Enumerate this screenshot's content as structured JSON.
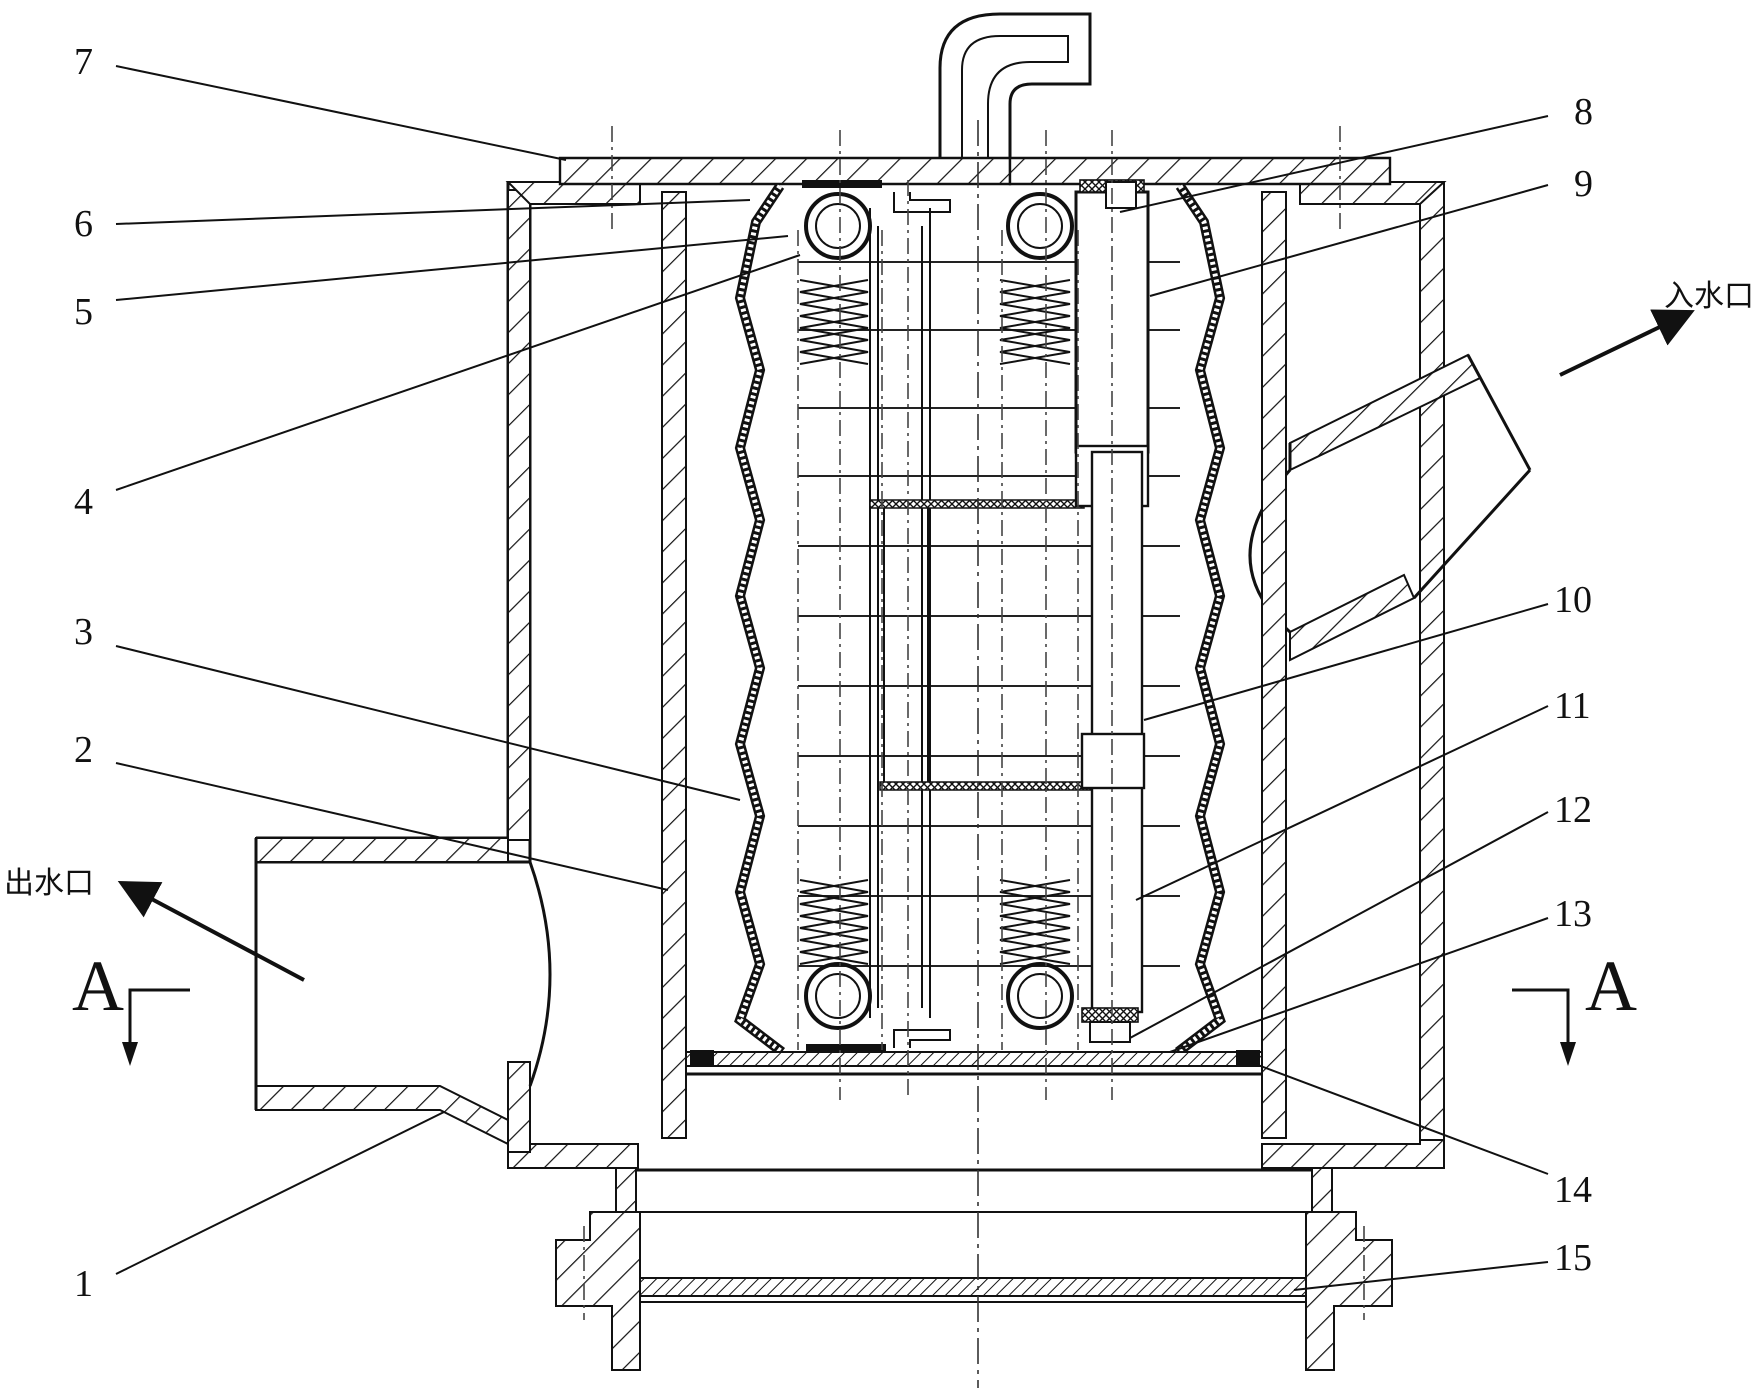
{
  "figure": {
    "part_numbers": [
      "1",
      "2",
      "3",
      "4",
      "5",
      "6",
      "7",
      "8",
      "9",
      "10",
      "11",
      "12",
      "13",
      "14",
      "15"
    ],
    "section_label": "A",
    "inlet_label": "入水口",
    "outlet_label": "出水口"
  }
}
